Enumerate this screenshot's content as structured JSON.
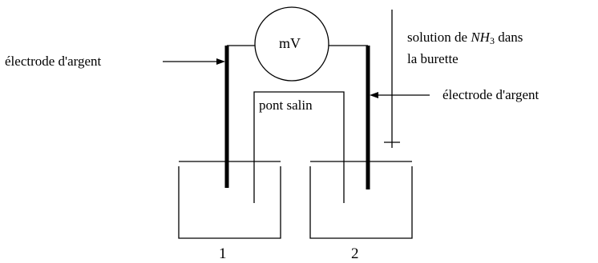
{
  "figure": {
    "left_label": "électrode d'argent",
    "right_label": "électrode d'argent",
    "meter_label": "mV",
    "bridge_label": "pont salin",
    "burette_label_line1_pre": "solution de ",
    "burette_formula": "NH",
    "burette_formula_sub": "3",
    "burette_label_line1_post": " dans",
    "burette_label_line2": "la burette",
    "beaker_1_number": "1",
    "beaker_2_number": "2"
  }
}
